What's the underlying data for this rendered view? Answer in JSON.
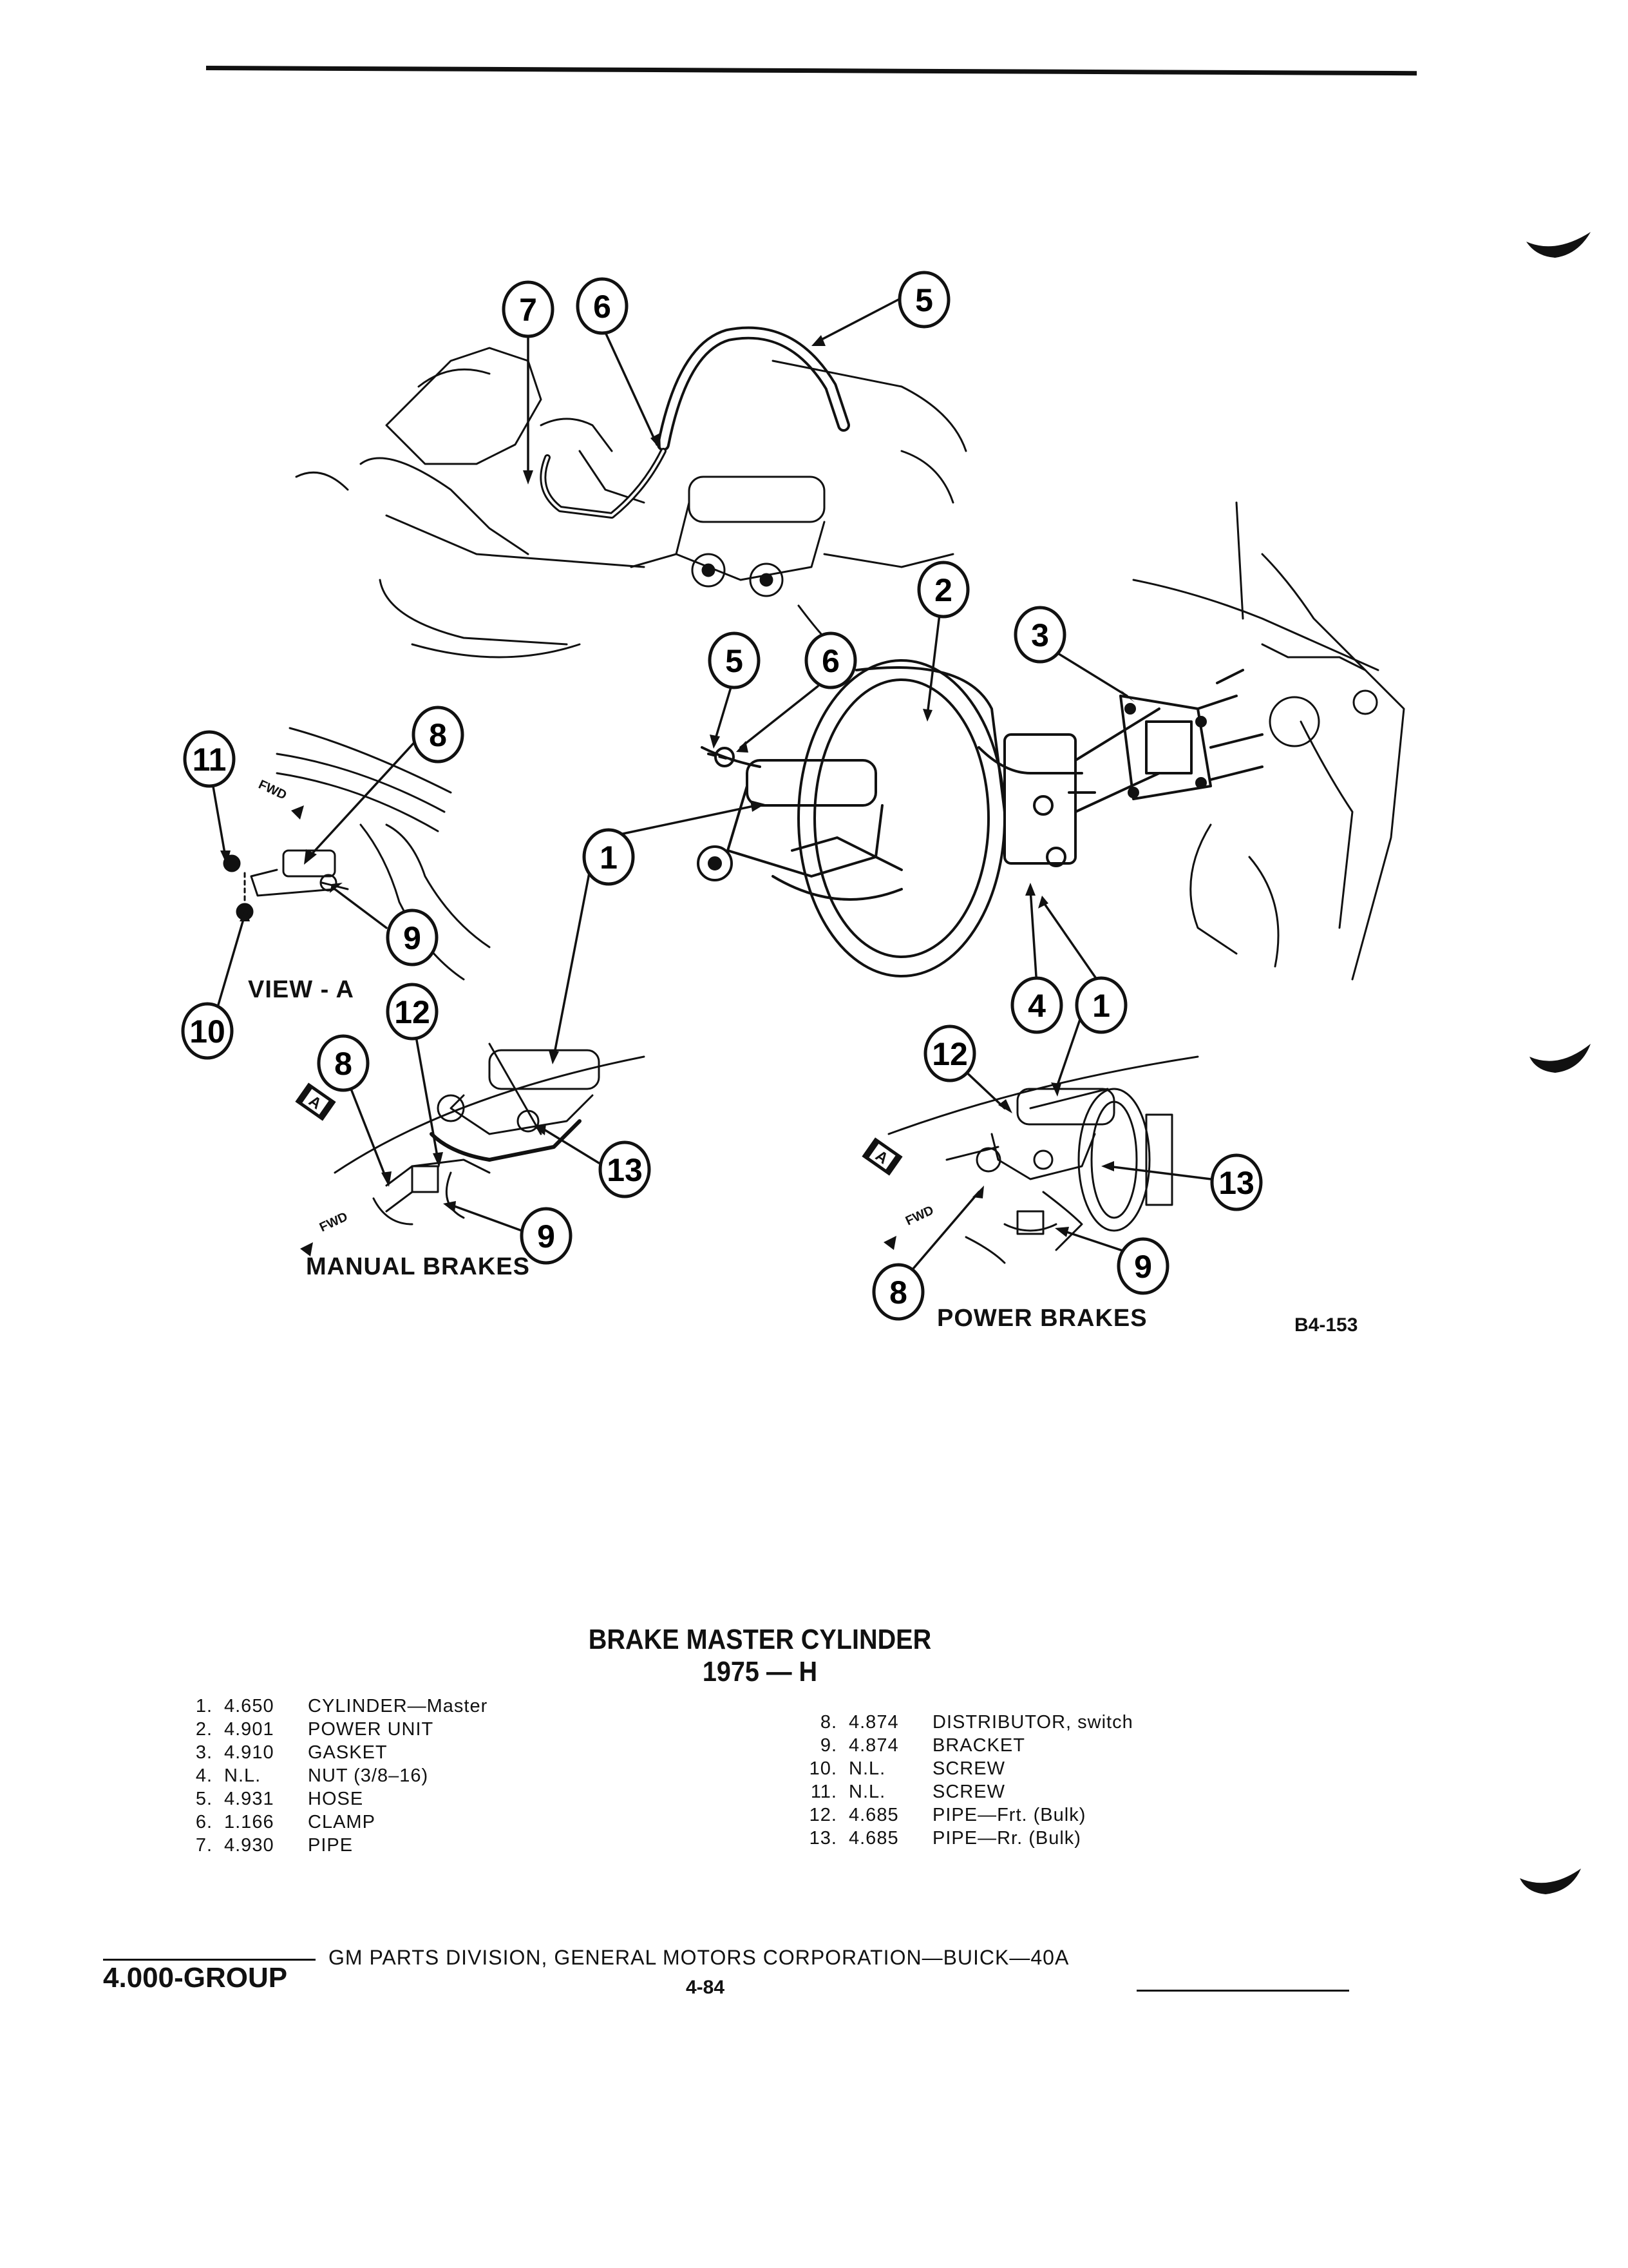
{
  "diagram": {
    "view_a_label": "VIEW - A",
    "manual_label": "MANUAL BRAKES",
    "power_label": "POWER BRAKES",
    "figure_id": "B4-153",
    "fwd_text": "FWD",
    "view_marker": "A",
    "callouts": {
      "c7": "7",
      "c6a": "6",
      "c5a": "5",
      "c2": "2",
      "c3": "3",
      "c5b": "5",
      "c6b": "6",
      "c11": "11",
      "c8a": "8",
      "c1a": "1",
      "c9a": "9",
      "c10": "10",
      "c12a": "12",
      "c8b": "8",
      "c13a": "13",
      "c9b": "9",
      "c4": "4",
      "c1b": "1",
      "c12b": "12",
      "c13b": "13",
      "c8c": "8",
      "c9c": "9"
    }
  },
  "title": {
    "line1": "BRAKE MASTER CYLINDER",
    "line2": "1975 — H"
  },
  "legend_left": [
    {
      "num": "1.",
      "code": "4.650",
      "desc": "CYLINDER—Master"
    },
    {
      "num": "2.",
      "code": "4.901",
      "desc": "POWER UNIT"
    },
    {
      "num": "3.",
      "code": "4.910",
      "desc": "GASKET"
    },
    {
      "num": "4.",
      "code": "N.L.",
      "desc": "NUT (3/8–16)"
    },
    {
      "num": "5.",
      "code": "4.931",
      "desc": "HOSE"
    },
    {
      "num": "6.",
      "code": "1.166",
      "desc": "CLAMP"
    },
    {
      "num": "7.",
      "code": "4.930",
      "desc": "PIPE"
    }
  ],
  "legend_right": [
    {
      "num": "8.",
      "code": "4.874",
      "desc": "DISTRIBUTOR, switch"
    },
    {
      "num": "9.",
      "code": "4.874",
      "desc": "BRACKET"
    },
    {
      "num": "10.",
      "code": "N.L.",
      "desc": "SCREW"
    },
    {
      "num": "11.",
      "code": "N.L.",
      "desc": "SCREW"
    },
    {
      "num": "12.",
      "code": "4.685",
      "desc": "PIPE—Frt. (Bulk)"
    },
    {
      "num": "13.",
      "code": "4.685",
      "desc": "PIPE—Rr. (Bulk)"
    }
  ],
  "footer": {
    "group": "4.000-GROUP",
    "text": "GM PARTS DIVISION, GENERAL MOTORS CORPORATION—BUICK—40A",
    "page": "4-84"
  }
}
